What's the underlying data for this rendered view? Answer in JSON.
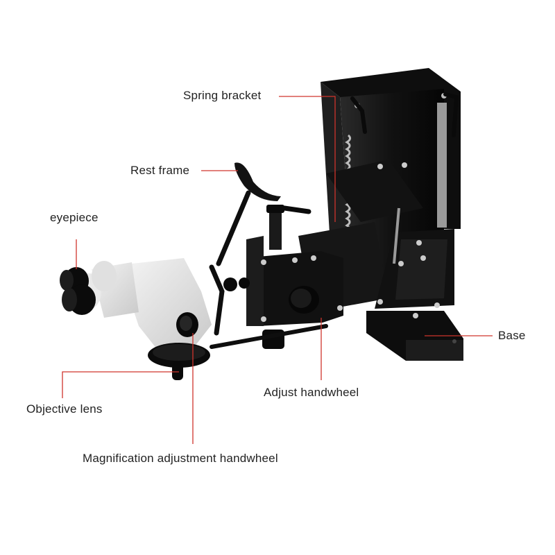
{
  "labels": {
    "spring_bracket": "Spring bracket",
    "rest_frame": "Rest frame",
    "eyepiece": "eyepiece",
    "base": "Base",
    "adjust_handwheel": "Adjust handwheel",
    "objective_lens": "Objective lens",
    "magnification_handwheel": "Magnification adjustment handwheel"
  },
  "colors": {
    "leader_line": "#d0342c",
    "metal_black": "#141414",
    "body_white": "#e6e6e6",
    "text": "#222222"
  }
}
